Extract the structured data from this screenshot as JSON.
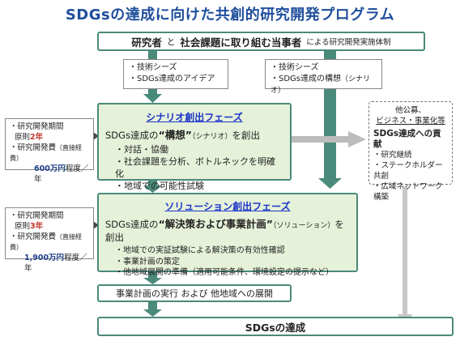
{
  "title": "SDGsの達成に向けた共創的研究開発プログラム",
  "top": {
    "part1": "研究者",
    "part2": "と",
    "part3": "社会課題に取り組む当事者",
    "part4": "による研究開発実施体制"
  },
  "seeds_left": [
    "・技術シーズ",
    "・SDGs達成のアイデア"
  ],
  "seeds_right": {
    "line1": "・技術シーズ",
    "line2": "・SDGs達成の構想",
    "line2_small": "（シナリオ）"
  },
  "scenario": {
    "label": "シナリオ創出フェーズ",
    "main_prefix": "SDGs達成の",
    "main_bold": "“構想”",
    "main_small": "（シナリオ）",
    "main_suffix": "を創出",
    "bullets": [
      "・対話・協働",
      "・社会課題を分析、ボトルネックを明確化",
      "・地域での可能性試験"
    ]
  },
  "solution": {
    "label": "ソリューション創出フェーズ",
    "main_prefix": "SDGs達成の",
    "main_bold": "“解決策および事業計画”",
    "main_small": "（ソリューション）",
    "main_suffix": "を創出",
    "bullets": [
      "・地域での実証試験による解決策の有効性確認",
      "・事業計画の策定",
      "・他地域展開の準備（適用可能条件、環境設定の提示など）"
    ]
  },
  "side1": {
    "l1": "・研究開発期間",
    "l2a": "原則",
    "l2b": "2年",
    "l3a": "・研究開発費",
    "l3b": "（直接経費）",
    "l4a": "600万円",
    "l4b": "程度／年"
  },
  "side2": {
    "l1": "・研究開発期間",
    "l2a": "原則",
    "l2b": "3年",
    "l3a": "・研究開発費",
    "l3b": "（直接経費）",
    "l4a": "1,900万円",
    "l4b": "程度／年"
  },
  "right": {
    "l1": "他公募、",
    "l2": "ビジネス・事業化等",
    "l3": "SDGs達成への貢献",
    "items": [
      "・研究継続",
      "・ステークホルダー共創",
      "・広域ネットワーク構築"
    ]
  },
  "execution": "事業計画の実行 および 他地域への展開",
  "goal": "SDGsの達成",
  "colors": {
    "title": "#1f4e9c",
    "phase_label": "#1b35c9",
    "frame": "#4a8a7a",
    "phase_fill": "#e6f1d9",
    "red": "#c0392b"
  }
}
